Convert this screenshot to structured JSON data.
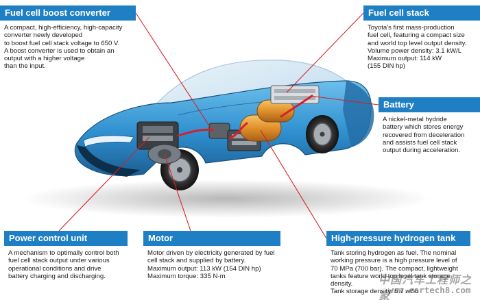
{
  "callouts": {
    "fuel_cell_boost_converter": {
      "title": "Fuel cell boost converter",
      "lines": [
        "A compact, high-efficiency, high-capacity",
        "converter newly developed",
        "to boost fuel cell stack voltage to 650 V.",
        "A boost converter is used to obtain an",
        "output with a higher voltage",
        "than the input."
      ]
    },
    "fuel_cell_stack": {
      "title": "Fuel cell stack",
      "lines": [
        "Toyota's first mass-production",
        "fuel cell, featuring a compact size",
        "and world top level output density.",
        "Volume power density: 3.1 kW/L",
        "Maximum output: 114 kW",
        "(155 DIN hp)"
      ]
    },
    "battery": {
      "title": "Battery",
      "lines": [
        "A nickel-metal hydride",
        "battery which stores energy",
        "recovered from deceleration",
        "and assists fuel cell stack",
        "output during acceleration."
      ]
    },
    "power_control_unit": {
      "title": "Power control unit",
      "lines": [
        "A mechanism to optimally control both",
        "fuel cell stack output under various",
        "operational conditions and drive",
        "battery charging and discharging."
      ]
    },
    "motor": {
      "title": "Motor",
      "lines": [
        "Motor driven by electricity generated by fuel",
        "cell stack and supplied by battery.",
        "Maximum output: 113 kW (154 DIN hp)",
        "Maximum torque: 335 N·m"
      ]
    },
    "high_pressure_hydrogen_tank": {
      "title": "High-pressure hydrogen tank",
      "lines": [
        "Tank storing hydrogen as fuel. The nominal",
        "working pressure is a high pressure level of",
        "70 MPa (700 bar). The compact, lightweight",
        "tanks feature world top level tank storage",
        "density.",
        "Tank storage density: 5.7 wt%"
      ]
    }
  },
  "watermark": {
    "text": "中国汽车工程师之家",
    "url": "www.cartech8.com"
  },
  "colors": {
    "header_blue": "#1f7fc4",
    "car_body_blue": "#3a9fd8",
    "callout_line_red": "#d6202a",
    "tank_orange": "#e0902a"
  }
}
